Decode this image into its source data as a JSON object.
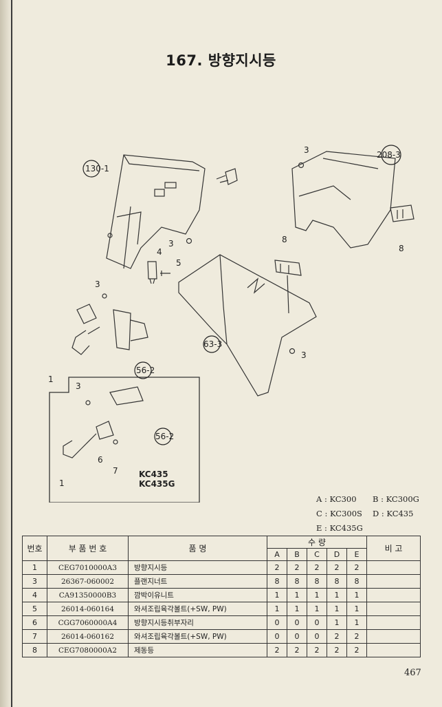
{
  "page": {
    "title": "167. 방향지시등",
    "number": "467"
  },
  "diagram": {
    "callouts": [
      "130-1",
      "3",
      "4",
      "5",
      "3",
      "1",
      "56-2",
      "63-3",
      "3",
      "8",
      "3",
      "208-3",
      "8"
    ],
    "inset": {
      "callouts": [
        "3",
        "56-2",
        "6",
        "7",
        "1"
      ],
      "label_line1": "KC435",
      "label_line2": "KC435G"
    }
  },
  "legend": {
    "rows": [
      [
        "A : KC300",
        "B : KC300G"
      ],
      [
        "C : KC300S",
        "D : KC435"
      ],
      [
        "E : KC435G",
        ""
      ]
    ]
  },
  "table": {
    "headers": {
      "no": "번호",
      "part_no": "부 품 번 호",
      "name": "품       명",
      "qty": "수          량",
      "remark": "비   고",
      "qty_cols": [
        "A",
        "B",
        "C",
        "D",
        "E"
      ]
    },
    "rows": [
      {
        "no": "1",
        "part_no": "CEG7010000A3",
        "name": "방향지시등",
        "qty": [
          "2",
          "2",
          "2",
          "2",
          "2"
        ],
        "remark": ""
      },
      {
        "no": "3",
        "part_no": "26367-060002",
        "name": "플랜지너트",
        "qty": [
          "8",
          "8",
          "8",
          "8",
          "8"
        ],
        "remark": ""
      },
      {
        "no": "4",
        "part_no": "CA91350000B3",
        "name": "깜박이유니트",
        "qty": [
          "1",
          "1",
          "1",
          "1",
          "1"
        ],
        "remark": ""
      },
      {
        "no": "5",
        "part_no": "26014-060164",
        "name": "와셔조립육각볼트(+SW, PW)",
        "qty": [
          "1",
          "1",
          "1",
          "1",
          "1"
        ],
        "remark": ""
      },
      {
        "no": "6",
        "part_no": "CGG7060000A4",
        "name": "방향지시등취부자리",
        "qty": [
          "0",
          "0",
          "0",
          "1",
          "1"
        ],
        "remark": ""
      },
      {
        "no": "7",
        "part_no": "26014-060162",
        "name": "와셔조립육각볼트(+SW, PW)",
        "qty": [
          "0",
          "0",
          "0",
          "2",
          "2"
        ],
        "remark": ""
      },
      {
        "no": "8",
        "part_no": "CEG7080000A2",
        "name": "제동등",
        "qty": [
          "2",
          "2",
          "2",
          "2",
          "2"
        ],
        "remark": ""
      }
    ]
  }
}
